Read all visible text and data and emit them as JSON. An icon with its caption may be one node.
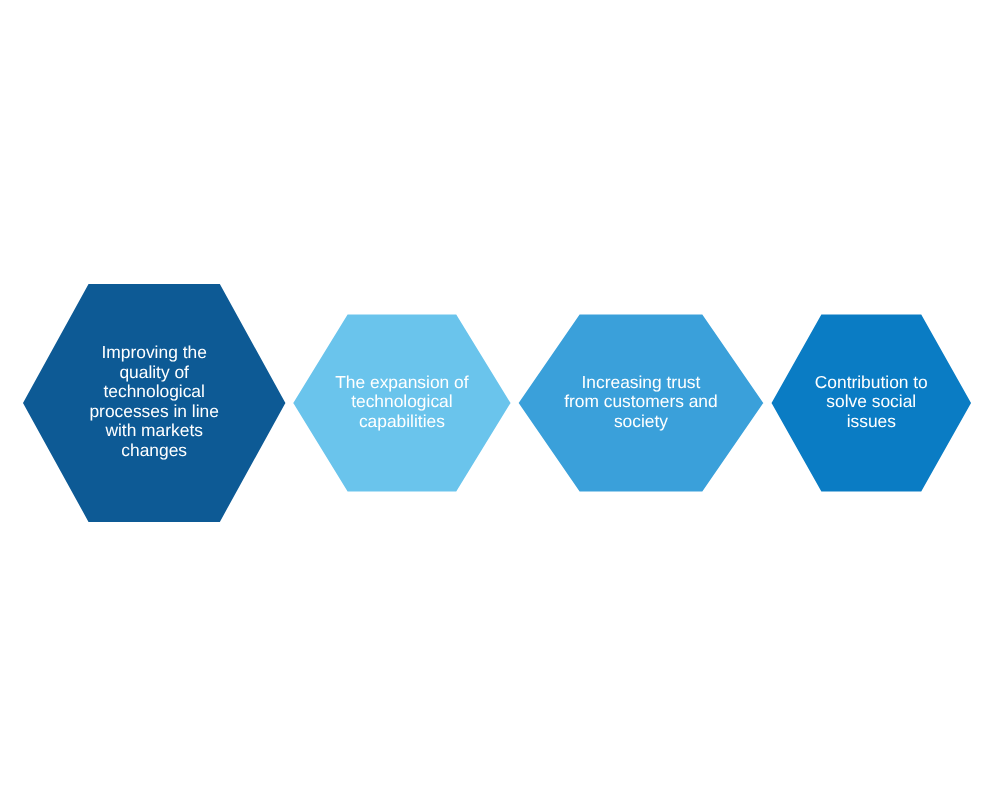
{
  "diagram": {
    "nodes": [
      {
        "text": [
          "Improving the quality of technological processes in line with markets changes"
        ]
      },
      {
        "text": [
          "The expansion of technological capabilities"
        ]
      },
      {
        "text": [
          "Increasing trust from customers and society"
        ]
      },
      {
        "text": [
          "Contribution to solve social issues"
        ]
      }
    ]
  }
}
